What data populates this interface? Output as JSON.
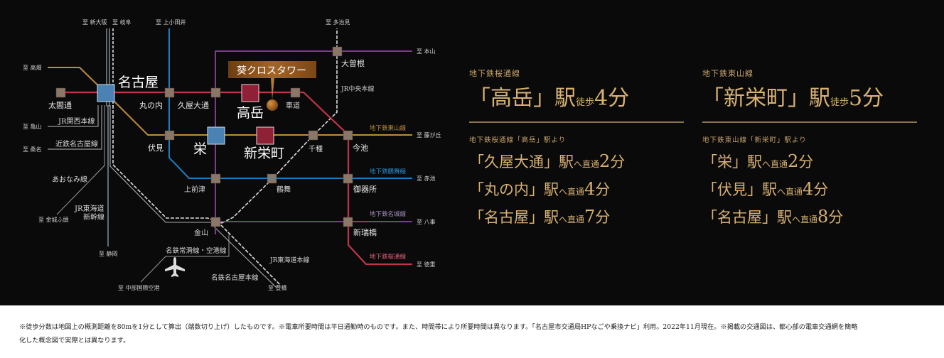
{
  "map": {
    "building": "葵クロスタワー",
    "stations": {
      "nagoya": "名古屋",
      "taikodori": "太閤通",
      "marunouchi": "丸の内",
      "hisaya": "久屋大通",
      "takaoka": "高岳",
      "kurumamichi": "車道",
      "ozone": "大曽根",
      "fushimi": "伏見",
      "sakae": "栄",
      "shinsakaemachi": "新栄町",
      "chikusa": "千種",
      "imaike": "今池",
      "kamimaezu": "上前津",
      "tsurumai": "鶴舞",
      "gokiso": "御器所",
      "kanayama": "金山",
      "aratama": "新瑞橋"
    },
    "destinations": {
      "shinosaka": "至 新大阪",
      "gifu": "至 岐阜",
      "kamiotai": "至 上小田井",
      "tajimi": "至 多治見",
      "motoyama": "至 本山",
      "takabata": "至 高畑",
      "kameyama": "至 亀山",
      "kuwana": "至 桑名",
      "fujigaoka": "至 藤が丘",
      "akaike": "至 赤池",
      "yagoto": "至 八事",
      "tokushige": "至 徳重",
      "kinjo": "至 金城ふ頭",
      "shizuoka": "至 静岡",
      "toyohashi": "至 豊橋",
      "airport": "至 中部国際空港"
    },
    "lines": {
      "kansai": "JR関西本線",
      "kintetsu": "近鉄名古屋線",
      "aonami": "あおなみ線",
      "shinkansen1": "JR東海道",
      "shinkansen2": "新幹線",
      "chuo": "JR中央本線",
      "higashiyama": "地下鉄東山線",
      "tsurumai": "地下鉄鶴舞線",
      "meijo": "地下鉄名城線",
      "sakuradori": "地下鉄桜通線",
      "tokaido": "JR東海道本線",
      "meitetsu_tokoname": "名鉄常滑線・空港線",
      "meitetsu_nagoya": "名鉄名古屋本線"
    },
    "colors": {
      "sakuradori": "#c0344b",
      "higashiyama": "#c08a3c",
      "tsurumai": "#1a7fc1",
      "meijo": "#7a3d8c",
      "transfer": "#4a82b3",
      "nearest": "#8e2135",
      "station": "#8a7767"
    }
  },
  "access": [
    {
      "line": "地下鉄桜通線",
      "station": "「高岳」駅",
      "walk_label": "徒歩",
      "walk_num": "4",
      "walk_unit": "分",
      "from": "地下鉄桜通線「高岳」駅より",
      "routes": [
        {
          "dest": "「久屋大通」駅",
          "via": "へ直通",
          "num": "2",
          "unit": "分"
        },
        {
          "dest": "「丸の内」駅",
          "via": "へ直通",
          "num": "4",
          "unit": "分"
        },
        {
          "dest": "「名古屋」駅",
          "via": "へ直通",
          "num": "7",
          "unit": "分"
        }
      ]
    },
    {
      "line": "地下鉄東山線",
      "station": "「新栄町」駅",
      "walk_label": "徒歩",
      "walk_num": "5",
      "walk_unit": "分",
      "from": "地下鉄東山線「新栄町」駅より",
      "routes": [
        {
          "dest": "「栄」駅",
          "via": "へ直通",
          "num": "2",
          "unit": "分"
        },
        {
          "dest": "「伏見」駅",
          "via": "へ直通",
          "num": "4",
          "unit": "分"
        },
        {
          "dest": "「名古屋」駅",
          "via": "へ直通",
          "num": "8",
          "unit": "分"
        }
      ]
    }
  ],
  "footnote": {
    "line1": "※徒歩分数は地図上の概測距離を80mを1分として算出（端数切り上げ）したものです。※電車所要時間は平日通勤時のものです。また、時間帯により所要時間は異なります。「名古屋市交通局HPなごや乗換ナビ」利用。2022年11月現在。※掲載の交通図は、都心部の電車交通網を簡略",
    "line2": "化した概念図で実際とは異なります。"
  }
}
